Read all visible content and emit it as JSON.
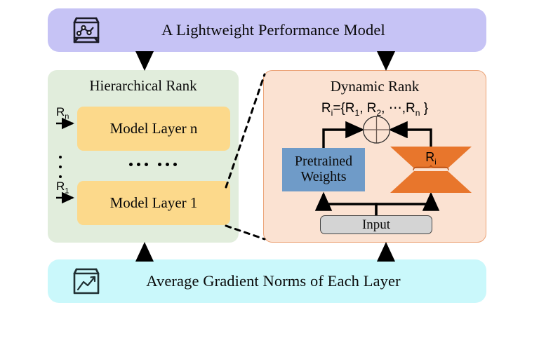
{
  "diagram": {
    "title_top": "A Lightweight Performance Model",
    "title_bottom": "Average Gradient Norms of Each Layer",
    "icons": {
      "top": "performance-model-box-icon",
      "bottom": "gradient-norms-box-icon"
    },
    "colors": {
      "top_banner": "#c6c3f5",
      "bottom_banner": "#caf8fb",
      "hierarchical_panel": "#e1eddc",
      "dynamic_panel": "#fbe2d2",
      "dynamic_panel_border": "#eba377",
      "layer_box": "#fcd98b",
      "pretrained_box": "#6f9bc8",
      "adapter_shape": "#e8762c",
      "input_box": "#d4d4d4",
      "arrow": "#000000"
    }
  },
  "hierarchical": {
    "title": "Hierarchical  Rank",
    "layers": [
      {
        "rank": "R",
        "rank_sub": "n",
        "label": "Model Layer n"
      },
      {
        "rank": "R",
        "rank_sub": "1",
        "label": "Model Layer 1"
      }
    ],
    "vertical_ellipsis": "⋮",
    "horizontal_ellipsis": "… …"
  },
  "dynamic": {
    "title": "Dynamic Rank",
    "formula": {
      "lhs": "R",
      "lhs_sub": "i",
      "eq": "={",
      "terms": [
        "R",
        "R",
        "R"
      ],
      "term_subs": [
        "1",
        "2",
        "n"
      ],
      "ellipsis": "⋯",
      "close": "}",
      "full_text": "Ri={R1, R2, ⋯,Rn }"
    },
    "pretrained": {
      "line1": "Pretrained",
      "line2": "Weights"
    },
    "adapter": {
      "label": "R",
      "label_sub": "i"
    },
    "input": "Input",
    "operator": "plus-circle"
  }
}
